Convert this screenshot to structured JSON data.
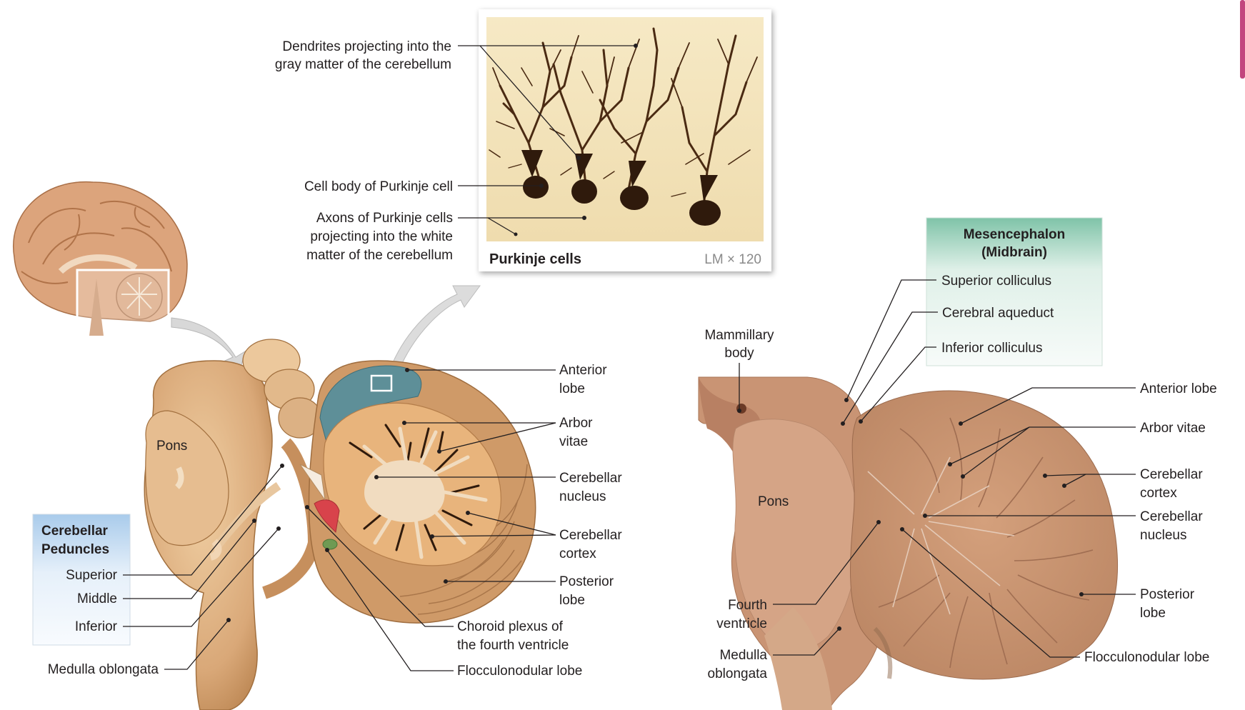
{
  "purkinje": {
    "caption": "Purkinje cells",
    "magnification": "LM × 120",
    "labels": {
      "dendrites_1": "Dendrites projecting into the",
      "dendrites_2": "gray matter of the cerebellum",
      "cell_body": "Cell body of Purkinje cell",
      "axons_1": "Axons of Purkinje cells",
      "axons_2": "projecting into the white",
      "axons_3": "matter of the cerebellum"
    }
  },
  "left_diagram": {
    "pons": "Pons",
    "peduncles_box": {
      "title_1": "Cerebellar",
      "title_2": "Peduncles",
      "items": [
        "Superior",
        "Middle",
        "Inferior"
      ]
    },
    "medulla": "Medulla oblongata",
    "anterior_lobe": [
      "Anterior",
      "lobe"
    ],
    "arbor_vitae": [
      "Arbor",
      "vitae"
    ],
    "cerebellar_nucleus": [
      "Cerebellar",
      "nucleus"
    ],
    "cerebellar_cortex": [
      "Cerebellar",
      "cortex"
    ],
    "posterior_lobe": [
      "Posterior",
      "lobe"
    ],
    "choroid_plexus": [
      "Choroid plexus of",
      "the fourth ventricle"
    ],
    "flocculonodular": "Flocculonodular lobe"
  },
  "right_diagram": {
    "mesencephalon_box": {
      "title_1": "Mesencephalon",
      "title_2": "(Midbrain)",
      "items": [
        "Superior colliculus",
        "Cerebral aqueduct",
        "Inferior colliculus"
      ]
    },
    "mammillary": [
      "Mammillary",
      "body"
    ],
    "pons": "Pons",
    "fourth_ventricle": [
      "Fourth",
      "ventricle"
    ],
    "medulla": [
      "Medulla",
      "oblongata"
    ],
    "anterior_lobe": "Anterior lobe",
    "arbor_vitae": "Arbor vitae",
    "cerebellar_cortex": [
      "Cerebellar",
      "cortex"
    ],
    "cerebellar_nucleus": [
      "Cerebellar",
      "nucleus"
    ],
    "posterior_lobe": [
      "Posterior",
      "lobe"
    ],
    "flocculonodular": "Flocculonodular lobe"
  },
  "colors": {
    "tissue": "#d9a878",
    "tissue_dark": "#b9834f",
    "cerebellum_cortex": "#e3b07a",
    "gray_matter_blue": "#5d8f98",
    "box_blue": "#b9d5ee",
    "box_green": "#8fcab2",
    "specimen": "#c9936e",
    "photo_bg": "#f4e7c4"
  }
}
